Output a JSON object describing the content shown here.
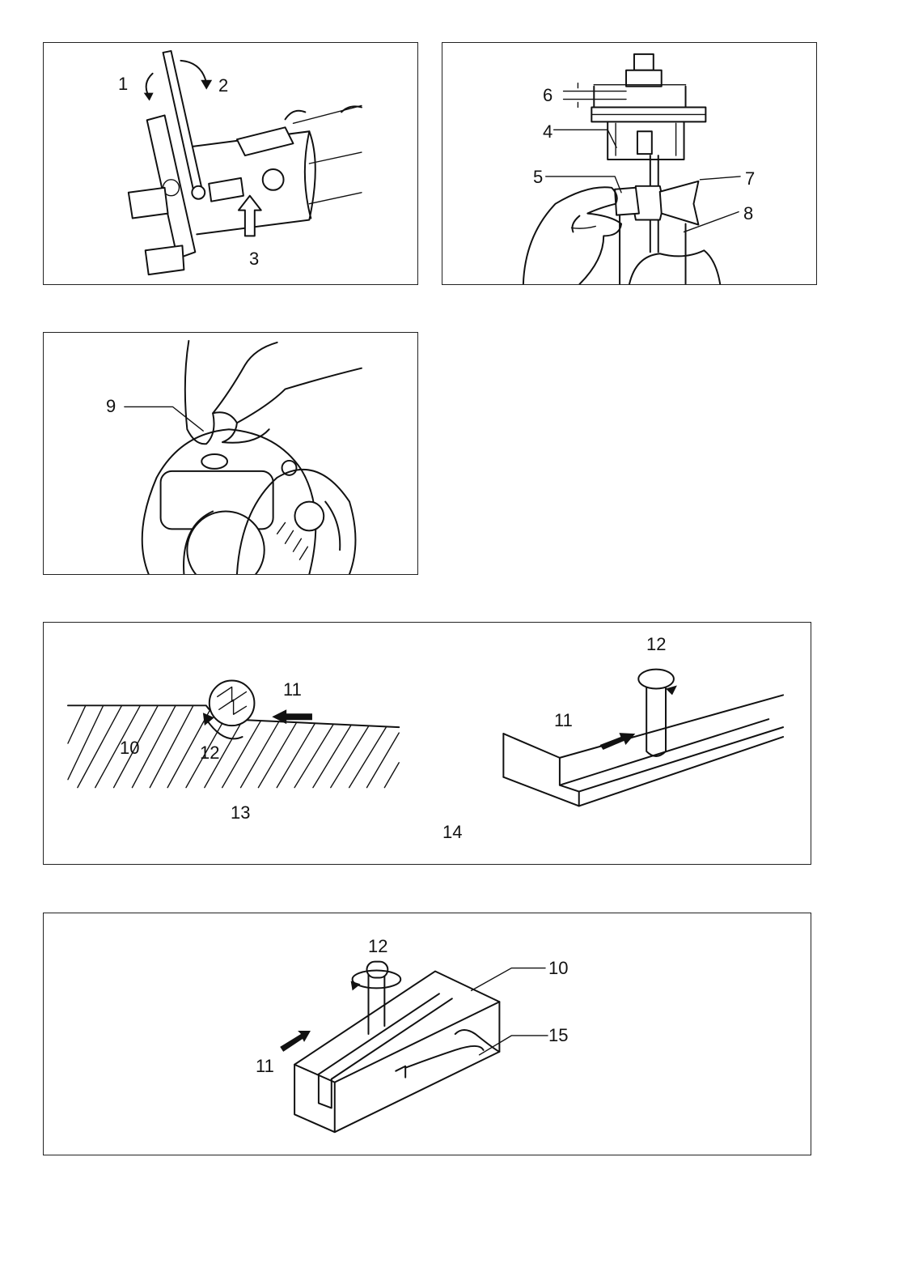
{
  "figures": {
    "fig1": {
      "labels": [
        "1",
        "2",
        "3"
      ]
    },
    "fig2": {
      "labels": [
        "6",
        "4",
        "5",
        "7",
        "8"
      ]
    },
    "fig3": {
      "labels": [
        "9"
      ]
    },
    "fig4": {
      "labels": [
        "11",
        "10",
        "12",
        "13",
        "12",
        "11",
        "14"
      ]
    },
    "fig5": {
      "labels": [
        "12",
        "10",
        "15",
        "11"
      ]
    }
  }
}
